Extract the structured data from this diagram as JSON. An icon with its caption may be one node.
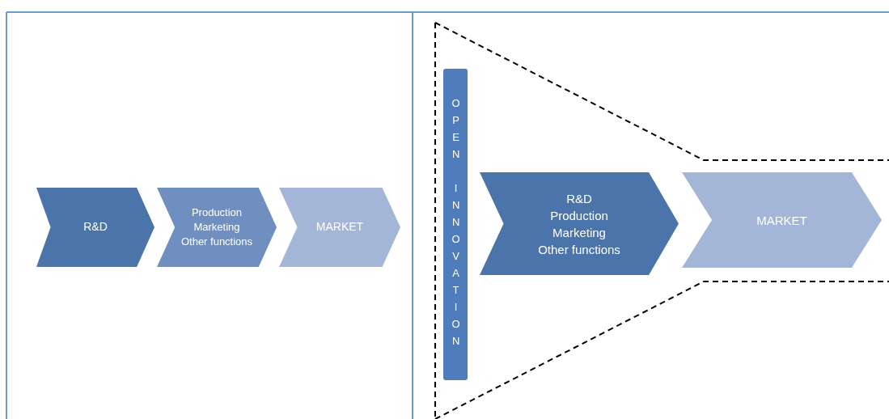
{
  "diagram": {
    "nodes": [
      {
        "text": [
          "R&D"
        ]
      },
      {
        "text": [
          "Production",
          "Marketing",
          "Other functions"
        ]
      },
      {
        "text": [
          "MARKET"
        ]
      },
      {
        "text": [
          "OPEN INNOVATION"
        ]
      },
      {
        "text": [
          "R&D",
          "Production",
          "Marketing",
          "Other functions"
        ]
      },
      {
        "text": [
          "MARKET"
        ]
      }
    ]
  }
}
